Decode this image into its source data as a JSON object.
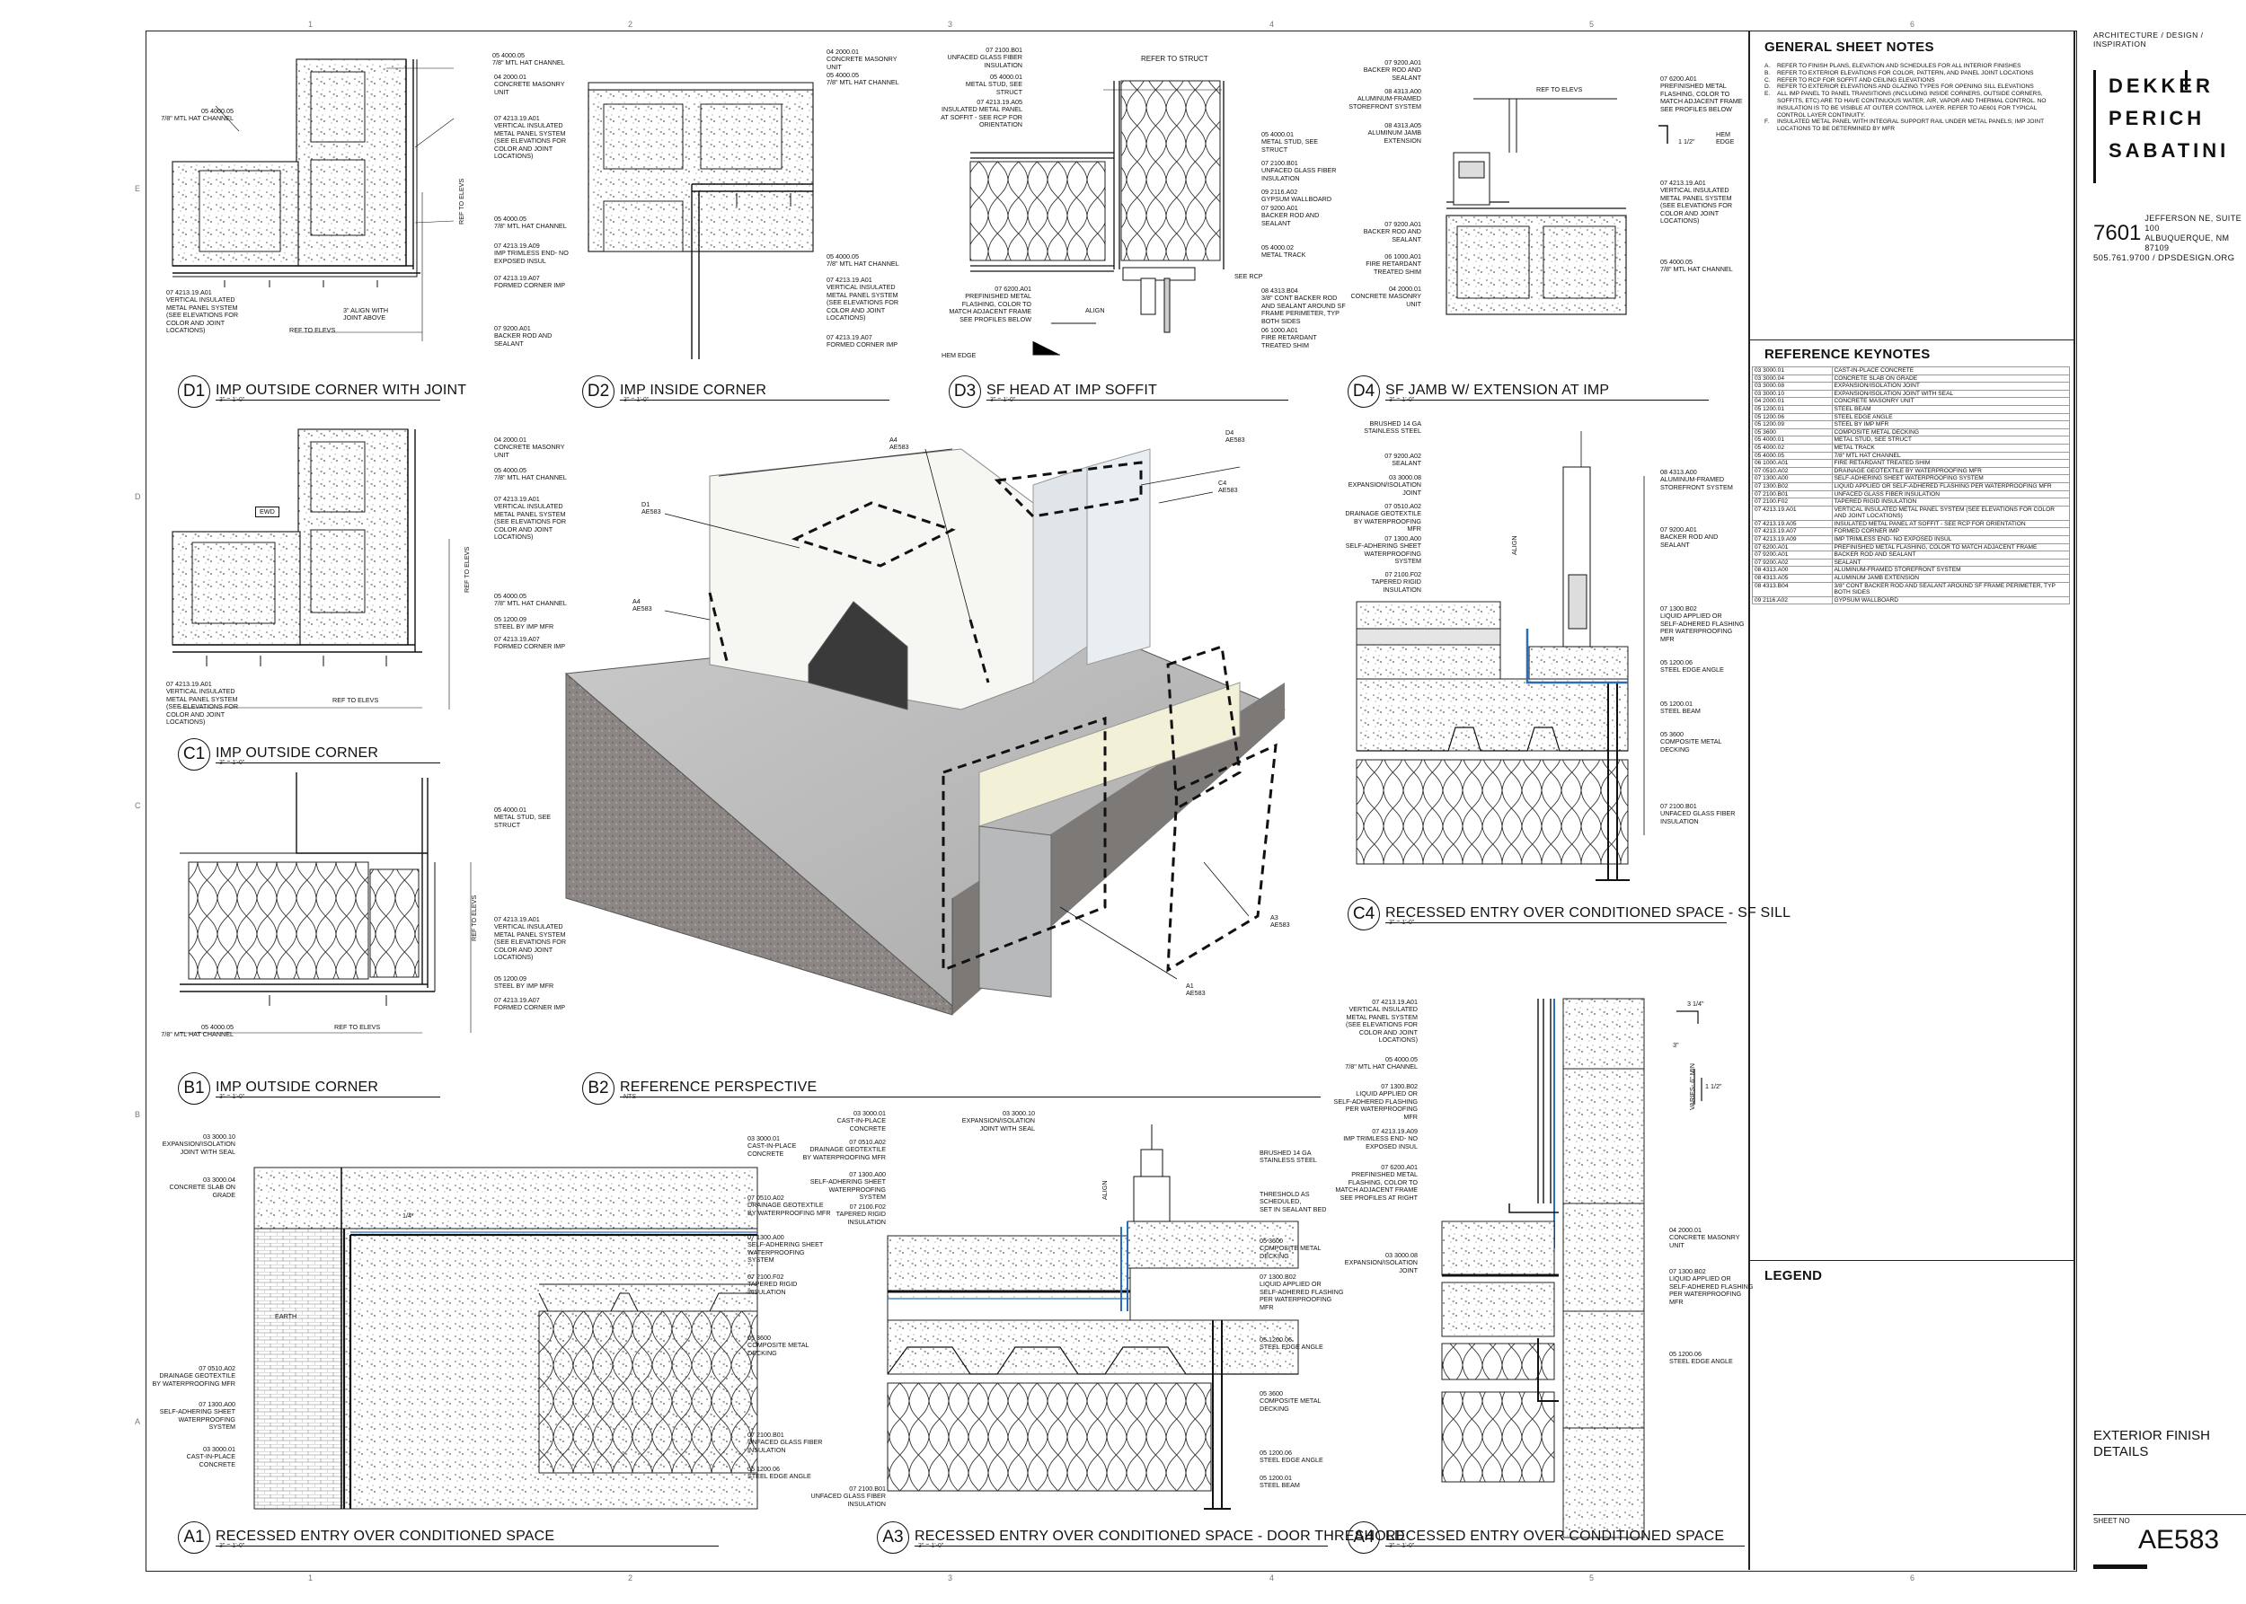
{
  "titleblock": {
    "tagline": "ARCHITECTURE / DESIGN / INSPIRATION",
    "firm_line1": "DEKKER",
    "firm_line2": "PERICH",
    "firm_line3": "SABATINI",
    "address_number": "7601",
    "address_line1": "JEFFERSON NE, SUITE 100",
    "address_line2": "ALBUQUERQUE, NM 87109",
    "contact": "505.761.9700 / DPSDESIGN.ORG",
    "sheet_title_line1": "EXTERIOR FINISH",
    "sheet_title_line2": "DETAILS",
    "sheet_no_label": "SHEET NO",
    "sheet_no": "AE583"
  },
  "general_notes": {
    "title": "GENERAL SHEET NOTES",
    "items": [
      {
        "letter": "A.",
        "text": "REFER TO FINISH PLANS, ELEVATION AND SCHEDULES FOR ALL INTERIOR FINISHES"
      },
      {
        "letter": "B.",
        "text": "REFER TO EXTERIOR ELEVATIONS FOR COLOR, PATTERN, AND PANEL JOINT LOCATIONS"
      },
      {
        "letter": "C.",
        "text": "REFER TO RCP FOR SOFFIT AND CEILING ELEVATIONS"
      },
      {
        "letter": "D.",
        "text": "REFER TO EXTERIOR ELEVATIONS AND GLAZING TYPES FOR OPENING SILL ELEVATIONS"
      },
      {
        "letter": "E.",
        "text": "ALL IMP PANEL TO PANEL TRANSITIONS (INCLUDING INSIDE CORNERS, OUTSIDE CORNERS, SOFFITS, ETC) ARE TO HAVE CONTINUOUS WATER, AIR, VAPOR AND THERMAL CONTROL. NO INSULATION IS TO BE VISIBLE AT OUTER CONTROL LAYER. REFER TO AE601 FOR TYPICAL CONTROL LAYER CONTINUITY."
      },
      {
        "letter": "F.",
        "text": "INSULATED METAL PANEL WITH INTEGRAL SUPPORT RAIL UNDER METAL PANELS; IMP JOINT LOCATIONS TO BE DETERMINED BY MFR"
      }
    ]
  },
  "keynotes": {
    "title": "REFERENCE KEYNOTES",
    "rows": [
      [
        "03 3000.01",
        "CAST-IN-PLACE CONCRETE"
      ],
      [
        "03 3000.04",
        "CONCRETE SLAB ON GRADE"
      ],
      [
        "03 3000.08",
        "EXPANSION/ISOLATION JOINT"
      ],
      [
        "03 3000.10",
        "EXPANSION/ISOLATION JOINT WITH SEAL"
      ],
      [
        "04 2000.01",
        "CONCRETE MASONRY UNIT"
      ],
      [
        "05 1200.01",
        "STEEL BEAM"
      ],
      [
        "05 1200.06",
        "STEEL EDGE ANGLE"
      ],
      [
        "05 1200.09",
        "STEEL BY IMP MFR"
      ],
      [
        "05 3600",
        "COMPOSITE METAL DECKING"
      ],
      [
        "05 4000.01",
        "METAL STUD, SEE STRUCT"
      ],
      [
        "05 4000.02",
        "METAL TRACK"
      ],
      [
        "05 4000.05",
        "7/8\" MTL HAT CHANNEL"
      ],
      [
        "06 1000.A01",
        "FIRE RETARDANT TREATED SHIM"
      ],
      [
        "07 0510.A02",
        "DRAINAGE GEOTEXTILE BY WATERPROOFING MFR"
      ],
      [
        "07 1300.A00",
        "SELF-ADHERING SHEET WATERPROOFING SYSTEM"
      ],
      [
        "07 1300.B02",
        "LIQUID APPLIED OR SELF-ADHERED FLASHING PER WATERPROOFING MFR"
      ],
      [
        "07 2100.B01",
        "UNFACED GLASS FIBER INSULATION"
      ],
      [
        "07 2100.F02",
        "TAPERED RIGID INSULATION"
      ],
      [
        "07 4213.19.A01",
        "VERTICAL INSULATED METAL PANEL SYSTEM (SEE ELEVATIONS FOR COLOR AND JOINT LOCATIONS)"
      ],
      [
        "07 4213.19.A05",
        "INSULATED METAL PANEL AT SOFFIT - SEE RCP FOR ORIENTATION"
      ],
      [
        "07 4213.19.A07",
        "FORMED CORNER IMP"
      ],
      [
        "07 4213.19.A09",
        "IMP TRIMLESS END- NO EXPOSED INSUL"
      ],
      [
        "07 6200.A01",
        "PREFINISHED METAL FLASHING, COLOR TO MATCH ADJACENT FRAME"
      ],
      [
        "07 9200.A01",
        "BACKER ROD AND SEALANT"
      ],
      [
        "07 9200.A02",
        "SEALANT"
      ],
      [
        "08 4313.A00",
        "ALUMINUM-FRAMED STOREFRONT SYSTEM"
      ],
      [
        "08 4313.A05",
        "ALUMINUM JAMB EXTENSION"
      ],
      [
        "08 4313.B04",
        "3/8\" CONT BACKER ROD AND SEALANT AROUND SF FRAME PERIMETER, TYP BOTH SIDES"
      ],
      [
        "09 2116.A02",
        "GYPSUM WALLBOARD"
      ]
    ]
  },
  "legend": {
    "title": "LEGEND"
  },
  "grid": {
    "top": [
      "1",
      "2",
      "3",
      "4",
      "5",
      "6"
    ],
    "left": [
      "E",
      "D",
      "C",
      "B",
      "A"
    ]
  },
  "details": {
    "D1": {
      "id": "D1",
      "title": "IMP OUTSIDE CORNER WITH JOINT",
      "scale": "3\" = 1'-0\""
    },
    "D2": {
      "id": "D2",
      "title": "IMP INSIDE CORNER",
      "scale": "3\" = 1'-0\""
    },
    "D3": {
      "id": "D3",
      "title": "SF HEAD AT IMP SOFFIT",
      "scale": "3\" = 1'-0\""
    },
    "D4": {
      "id": "D4",
      "title": "SF JAMB W/ EXTENSION AT IMP",
      "scale": "3\" = 1'-0\""
    },
    "C1": {
      "id": "C1",
      "title": "IMP OUTSIDE CORNER",
      "scale": "3\" = 1'-0\""
    },
    "C4": {
      "id": "C4",
      "title": "RECESSED ENTRY OVER CONDITIONED SPACE - SF SILL",
      "scale": "3\" = 1'-0\""
    },
    "B1": {
      "id": "B1",
      "title": "IMP OUTSIDE CORNER",
      "scale": "3\" = 1'-0\""
    },
    "B2": {
      "id": "B2",
      "title": "REFERENCE PERSPECTIVE",
      "scale": "NTS"
    },
    "A1": {
      "id": "A1",
      "title": "RECESSED ENTRY OVER CONDITIONED SPACE",
      "scale": "3\" = 1'-0\""
    },
    "A3": {
      "id": "A3",
      "title": "RECESSED ENTRY OVER CONDITIONED SPACE - DOOR THRESHOLD",
      "scale": "3\" = 1'-0\""
    },
    "A4": {
      "id": "A4",
      "title": "RECESSED ENTRY OVER CONDITIONED SPACE",
      "scale": "3\" = 1'-0\""
    }
  },
  "notes": {
    "d1_a": "05 4000.05\n7/8\" MTL HAT CHANNEL",
    "d1_b": "04 2000.01\nCONCRETE MASONRY\nUNIT",
    "d1_c": "07 4213.19.A01\nVERTICAL INSULATED\nMETAL PANEL SYSTEM\n(SEE ELEVATIONS FOR\nCOLOR AND JOINT\nLOCATIONS)",
    "d1_d": "05 4000.05\n7/8\" MTL HAT CHANNEL",
    "d1_e": "07 4213.19.A09\nIMP TRIMLESS END- NO\nEXPOSED INSUL",
    "d1_f": "07 4213.19.A07\nFORMED CORNER IMP",
    "d1_g": "07 9200.A01\nBACKER ROD AND\nSEALANT",
    "d1_h": "07 4213.19.A01\nVERTICAL INSULATED\nMETAL PANEL SYSTEM\n(SEE ELEVATIONS FOR\nCOLOR AND JOINT\nLOCATIONS)",
    "d1_i": "3\" ALIGN WITH\nJOINT ABOVE",
    "d1_j": "REF TO ELEVS",
    "d1_k": "REF TO ELEVS",
    "d2_a": "05 4000.05\n7/8\" MTL HAT CHANNEL",
    "d2_b": "04 2000.01\nCONCRETE MASONRY\nUNIT",
    "d2_c": "05 4000.05\n7/8\" MTL HAT CHANNEL",
    "d2_d": "07 4213.19.A01\nVERTICAL INSULATED\nMETAL PANEL SYSTEM\n(SEE ELEVATIONS FOR\nCOLOR AND JOINT\nLOCATIONS)",
    "d2_e": "07 4213.19.A07\nFORMED CORNER IMP",
    "d3_a": "07 2100.B01\nUNFACED GLASS FIBER\nINSULATION",
    "d3_b": "05 4000.01\nMETAL STUD, SEE\nSTRUCT",
    "d3_c": "07 4213.19.A05\nINSULATED METAL PANEL\nAT SOFFIT - SEE RCP FOR\nORIENTATION",
    "d3_d": "REFER TO STRUCT",
    "d3_e": "05 4000.01\nMETAL STUD, SEE\nSTRUCT",
    "d3_f": "07 2100.B01\nUNFACED GLASS FIBER\nINSULATION",
    "d3_g": "09 2116.A02\nGYPSUM WALLBOARD",
    "d3_h": "07 9200.A01\nBACKER ROD AND\nSEALANT",
    "d3_i": "05 4000.02\nMETAL TRACK",
    "d3_j": "SEE RCP",
    "d3_k": "08 4313.B04\n3/8\" CONT BACKER ROD\nAND SEALANT AROUND SF\nFRAME PERIMETER, TYP\nBOTH SIDES",
    "d3_l": "06 1000.A01\nFIRE RETARDANT\nTREATED SHIM",
    "d3_m": "07 6200.A01\nPREFINISHED METAL\nFLASHING, COLOR TO\nMATCH ADJACENT FRAME\nSEE PROFILES BELOW",
    "d3_n": "ALIGN",
    "d3_o": "HEM EDGE",
    "d4_a": "07 9200.A01\nBACKER ROD AND\nSEALANT",
    "d4_b": "08 4313.A00\nALUMINUM-FRAMED\nSTOREFRONT SYSTEM",
    "d4_c": "08 4313.A05\nALUMINUM JAMB\nEXTENSION",
    "d4_d": "07 9200.A01\nBACKER ROD AND\nSEALANT",
    "d4_e": "06 1000.A01\nFIRE RETARDANT\nTREATED SHIM",
    "d4_f": "04 2000.01\nCONCRETE MASONRY\nUNIT",
    "d4_g": "REF TO ELEVS",
    "d4_h": "07 6200.A01\nPREFINISHED METAL\nFLASHING, COLOR TO\nMATCH ADJACENT FRAME\nSEE PROFILES BELOW",
    "d4_i": "07 4213.19.A01\nVERTICAL INSULATED\nMETAL PANEL SYSTEM\n(SEE ELEVATIONS FOR\nCOLOR AND JOINT\nLOCATIONS)",
    "d4_j": "05 4000.05\n7/8\" MTL HAT CHANNEL",
    "d4_k": "HEM\nEDGE",
    "d4_l": "1 1/2\"",
    "c1_a": "04 2000.01\nCONCRETE MASONRY\nUNIT",
    "c1_b": "05 4000.05\n7/8\" MTL HAT CHANNEL",
    "c1_c": "07 4213.19.A01\nVERTICAL INSULATED\nMETAL PANEL SYSTEM\n(SEE ELEVATIONS FOR\nCOLOR AND JOINT\nLOCATIONS)",
    "c1_d": "05 4000.05\n7/8\" MTL HAT CHANNEL",
    "c1_e": "05 1200.09\nSTEEL BY IMP MFR",
    "c1_f": "07 4213.19.A07\nFORMED CORNER IMP",
    "c1_g": "07 4213.19.A01\nVERTICAL INSULATED\nMETAL PANEL SYSTEM\n(SEE ELEVATIONS FOR\nCOLOR AND JOINT\nLOCATIONS)",
    "c1_h": "REF TO ELEVS",
    "c1_i": "REF TO ELEVS",
    "c1_j": "EWD",
    "b1_a": "05 4000.01\nMETAL STUD, SEE\nSTRUCT",
    "b1_b": "07 4213.19.A01\nVERTICAL INSULATED\nMETAL PANEL SYSTEM\n(SEE ELEVATIONS FOR\nCOLOR AND JOINT\nLOCATIONS)",
    "b1_c": "05 1200.09\nSTEEL BY IMP MFR",
    "b1_d": "07 4213.19.A07\nFORMED CORNER IMP",
    "b1_e": "05 4000.05\n7/8\" MTL HAT CHANNEL",
    "b1_f": "REF TO ELEVS",
    "b1_g": "REF TO ELEVS",
    "c4_a": "BRUSHED 14 GA\nSTAINLESS STEEL",
    "c4_b": "07 9200.A02\nSEALANT",
    "c4_c": "03 3000.08\nEXPANSION/ISOLATION\nJOINT",
    "c4_d": "07 0510.A02\nDRAINAGE GEOTEXTILE\nBY WATERPROOFING\nMFR",
    "c4_e": "07 1300.A00\nSELF-ADHERING SHEET\nWATERPROOFING\nSYSTEM",
    "c4_f": "07 2100.F02\nTAPERED RIGID\nINSULATION",
    "c4_g": "08 4313.A00\nALUMINUM-FRAMED\nSTOREFRONT SYSTEM",
    "c4_h": "07 9200.A01\nBACKER ROD AND\nSEALANT",
    "c4_i": "07 1300.B02\nLIQUID APPLIED OR\nSELF-ADHERED FLASHING\nPER WATERPROOFING\nMFR",
    "c4_j": "05 1200.06\nSTEEL EDGE ANGLE",
    "c4_k": "05 1200.01\nSTEEL BEAM",
    "c4_l": "05 3600\nCOMPOSITE METAL\nDECKING",
    "c4_m": "07 2100.B01\nUNFACED GLASS FIBER\nINSULATION",
    "c4_n": "ALIGN",
    "b2_a4a": "A4\nAE583",
    "b2_d4": "D4\nAE583",
    "b2_c4": "C4\nAE583",
    "b2_d1": "D1\nAE583",
    "b2_a4b": "A4\nAE583",
    "b2_a3": "A3\nAE583",
    "b2_a1": "A1\nAE583",
    "a1_a": "03 3000.10\nEXPANSION/ISOLATION\nJOINT WITH SEAL",
    "a1_b": "03 3000.04\nCONCRETE SLAB ON\nGRADE",
    "a1_c": "03 3000.01\nCAST-IN-PLACE\nCONCRETE",
    "a1_d": "07 0510.A02\nDRAINAGE GEOTEXTILE\nBY WATERPROOFING MFR",
    "a1_e": "07 1300.A00\nSELF-ADHERING SHEET\nWATERPROOFING\nSYSTEM",
    "a1_f": "07 2100.F02\nTAPERED RIGID\nINSULATION",
    "a1_g": "05 3600\nCOMPOSITE METAL\nDECKING",
    "a1_h": "07 0510.A02\nDRAINAGE GEOTEXTILE\nBY WATERPROOFING MFR",
    "a1_i": "07 1300.A00\nSELF-ADHERING SHEET\nWATERPROOFING\nSYSTEM",
    "a1_j": "03 3000.01\nCAST-IN-PLACE\nCONCRETE",
    "a1_k": "07 2100.B01\nUNFACED GLASS FIBER\nINSULATION",
    "a1_l": "05 1200.06\nSTEEL EDGE ANGLE",
    "a1_m": "EARTH",
    "a1_n": "1/4\"",
    "a3_a": "03 3000.01\nCAST-IN-PLACE\nCONCRETE",
    "a3_b": "07 0510.A02\nDRAINAGE GEOTEXTILE\nBY WATERPROOFING MFR",
    "a3_c": "07 1300.A00\nSELF-ADHERING SHEET\nWATERPROOFING\nSYSTEM",
    "a3_d": "07 2100.F02\nTAPERED RIGID\nINSULATION",
    "a3_e": "03 3000.10\nEXPANSION/ISOLATION\nJOINT WITH SEAL",
    "a3_f": "BRUSHED 14 GA\nSTAINLESS STEEL",
    "a3_g": "THRESHOLD AS\nSCHEDULED,\nSET IN SEALANT BED",
    "a3_h": "05 3600\nCOMPOSITE METAL\nDECKING",
    "a3_i": "07 1300.B02\nLIQUID APPLIED OR\nSELF-ADHERED FLASHING\nPER WATERPROOFING\nMFR",
    "a3_j": "05 1200.06\nSTEEL EDGE ANGLE",
    "a3_k": "05 3600\nCOMPOSITE METAL\nDECKING",
    "a3_l": "05 1200.06\nSTEEL EDGE ANGLE",
    "a3_m": "05 1200.01\nSTEEL BEAM",
    "a3_n": "07 2100.B01\nUNFACED GLASS FIBER\nINSULATION",
    "a3_o": "ALIGN",
    "a4_a": "07 4213.19.A01\nVERTICAL INSULATED\nMETAL PANEL SYSTEM\n(SEE ELEVATIONS FOR\nCOLOR AND JOINT\nLOCATIONS)",
    "a4_b": "05 4000.05\n7/8\" MTL HAT CHANNEL",
    "a4_c": "07 1300.B02\nLIQUID APPLIED OR\nSELF-ADHERED FLASHING\nPER WATERPROOFING\nMFR",
    "a4_d": "07 4213.19.A09\nIMP TRIMLESS END- NO\nEXPOSED INSUL",
    "a4_e": "07 6200.A01\nPREFINISHED METAL\nFLASHING, COLOR TO\nMATCH ADJACENT FRAME\nSEE PROFILES AT RIGHT",
    "a4_f": "03 3000.08\nEXPANSION/ISOLATION\nJOINT",
    "a4_g": "04 2000.01\nCONCRETE MASONRY\nUNIT",
    "a4_h": "07 1300.B02\nLIQUID APPLIED OR\nSELF-ADHERED FLASHING\nPER WATERPROOFING\nMFR",
    "a4_i": "05 1200.06\nSTEEL EDGE ANGLE",
    "a4_j": "3 1/4\"",
    "a4_k": "VARIES- 6\" MIN",
    "a4_l": "1 1/2\"",
    "a4_m": "3\""
  }
}
